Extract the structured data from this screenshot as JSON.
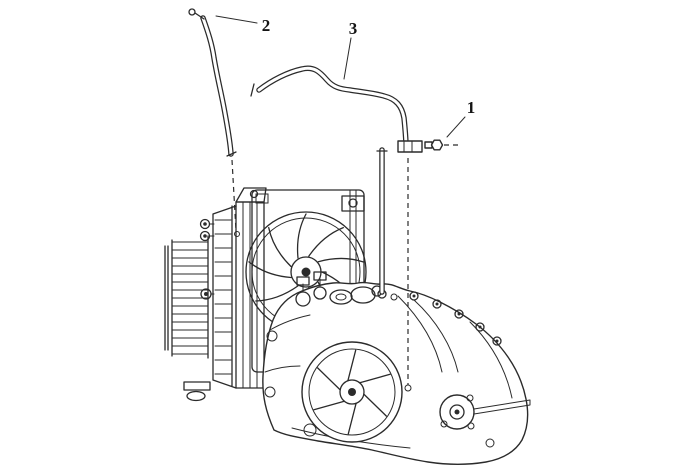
{
  "figure": {
    "background_color": "#ffffff",
    "line_color": "#2b2b2b",
    "callouts": [
      {
        "label": "1",
        "target": "pipe-fitting-bolt"
      },
      {
        "label": "2",
        "target": "upper-cooler-pipe"
      },
      {
        "label": "3",
        "target": "lower-cooler-pipe"
      }
    ],
    "components": [
      "transmission-oil-cooler",
      "radiator",
      "engine-cooling-fan",
      "transaxle-assembly",
      "upper-cooler-pipe",
      "lower-cooler-pipe",
      "pipe-fitting-bolt"
    ]
  }
}
